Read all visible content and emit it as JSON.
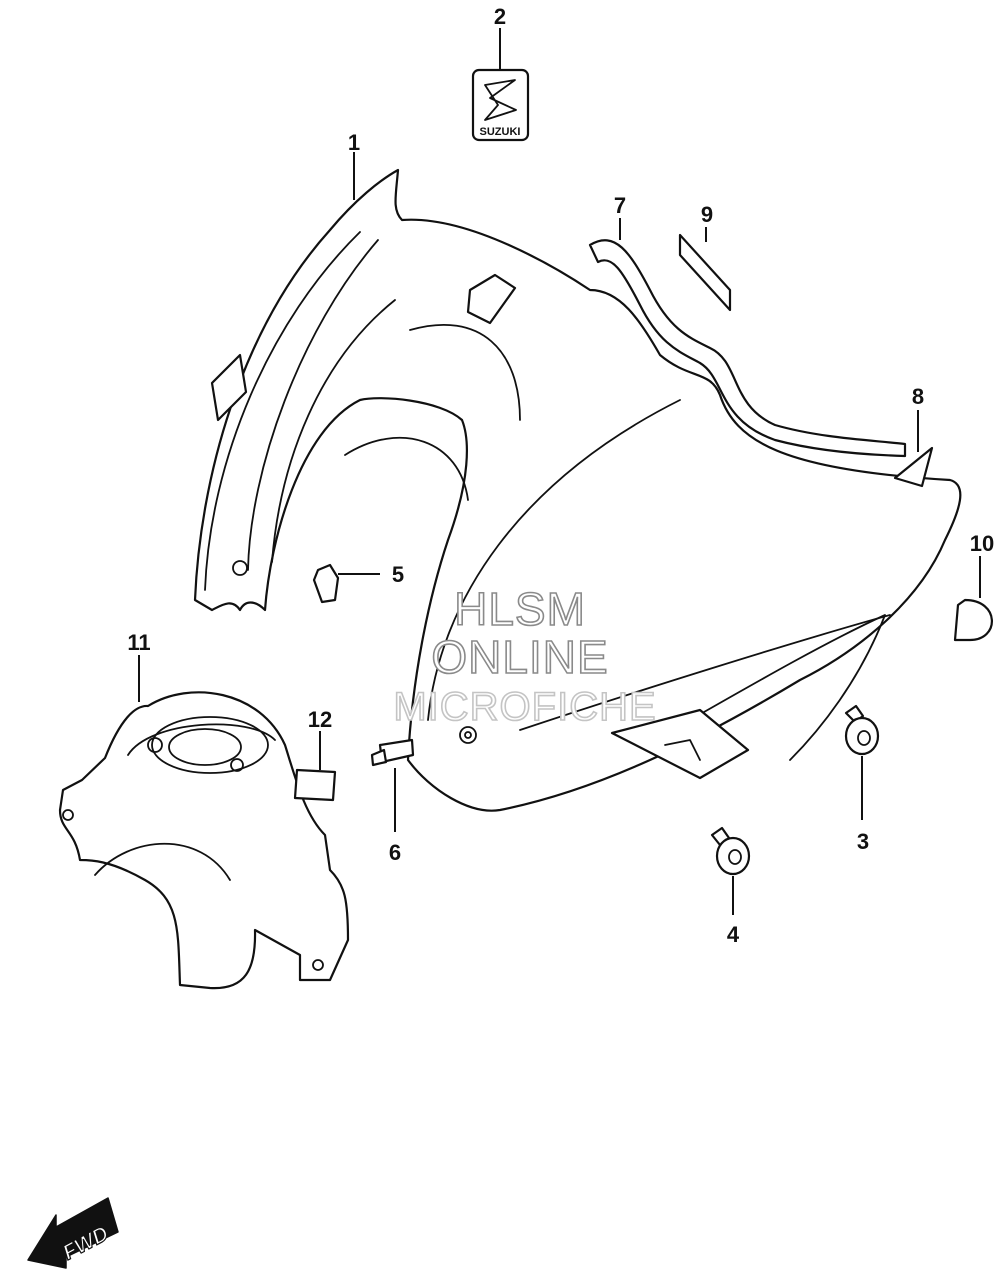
{
  "callouts": [
    "1",
    "2",
    "3",
    "4",
    "5",
    "6",
    "7",
    "8",
    "9",
    "10",
    "11",
    "12"
  ],
  "emblem": {
    "text": "SUZUKI"
  },
  "watermark": {
    "line1": "HLSM",
    "line2": "ONLINE",
    "line3": "MICROFICHE"
  },
  "direction_marker": {
    "text": "FWD",
    "icon": "arrow-left-down-icon"
  },
  "colors": {
    "line": "#111111",
    "background": "#ffffff",
    "watermark": "#8a8a8a"
  }
}
